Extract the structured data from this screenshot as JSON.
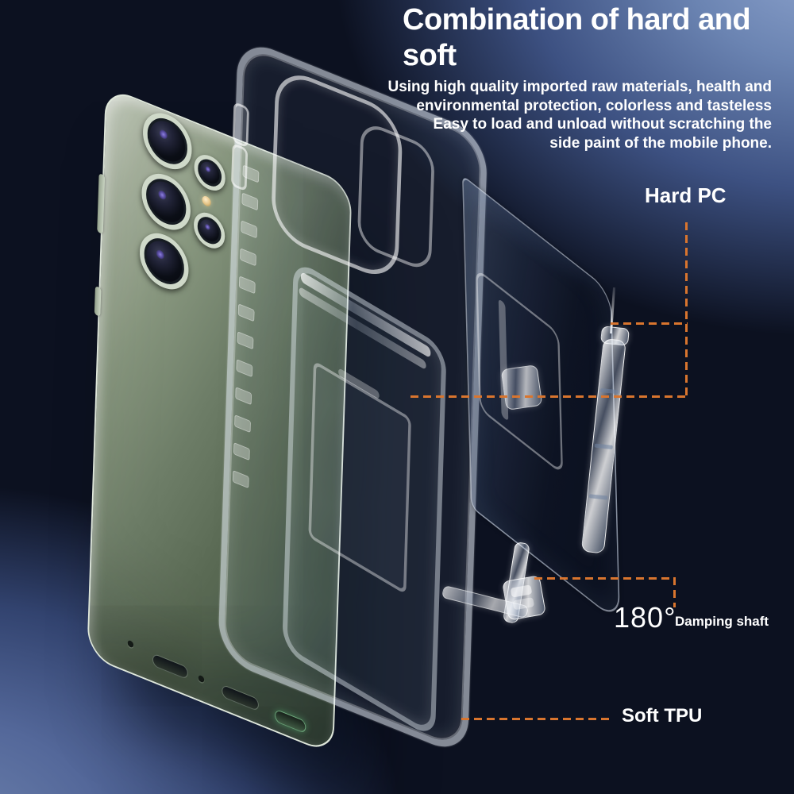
{
  "header": {
    "title_line1": "Combination of hard and",
    "title_line2": "soft",
    "description_line1": "Using high quality imported raw materials, health and",
    "description_line2": "environmental protection, colorless and tasteless",
    "description_line3": "Easy to load and unload without scratching the",
    "description_line4": "side paint of the mobile phone."
  },
  "callouts": {
    "hard_pc": "Hard PC",
    "rotation_angle": "180°",
    "damping_shaft": "Damping shaft",
    "soft_tpu": "Soft TPU"
  },
  "colors": {
    "annotation_orange": "#d9752e",
    "background_dark": "#0c1120",
    "background_light_top_right": "#90a6d0",
    "background_light_bottom_left": "#6c81ac",
    "phone_body_green": "#6e7a6c",
    "text": "#ffffff"
  }
}
